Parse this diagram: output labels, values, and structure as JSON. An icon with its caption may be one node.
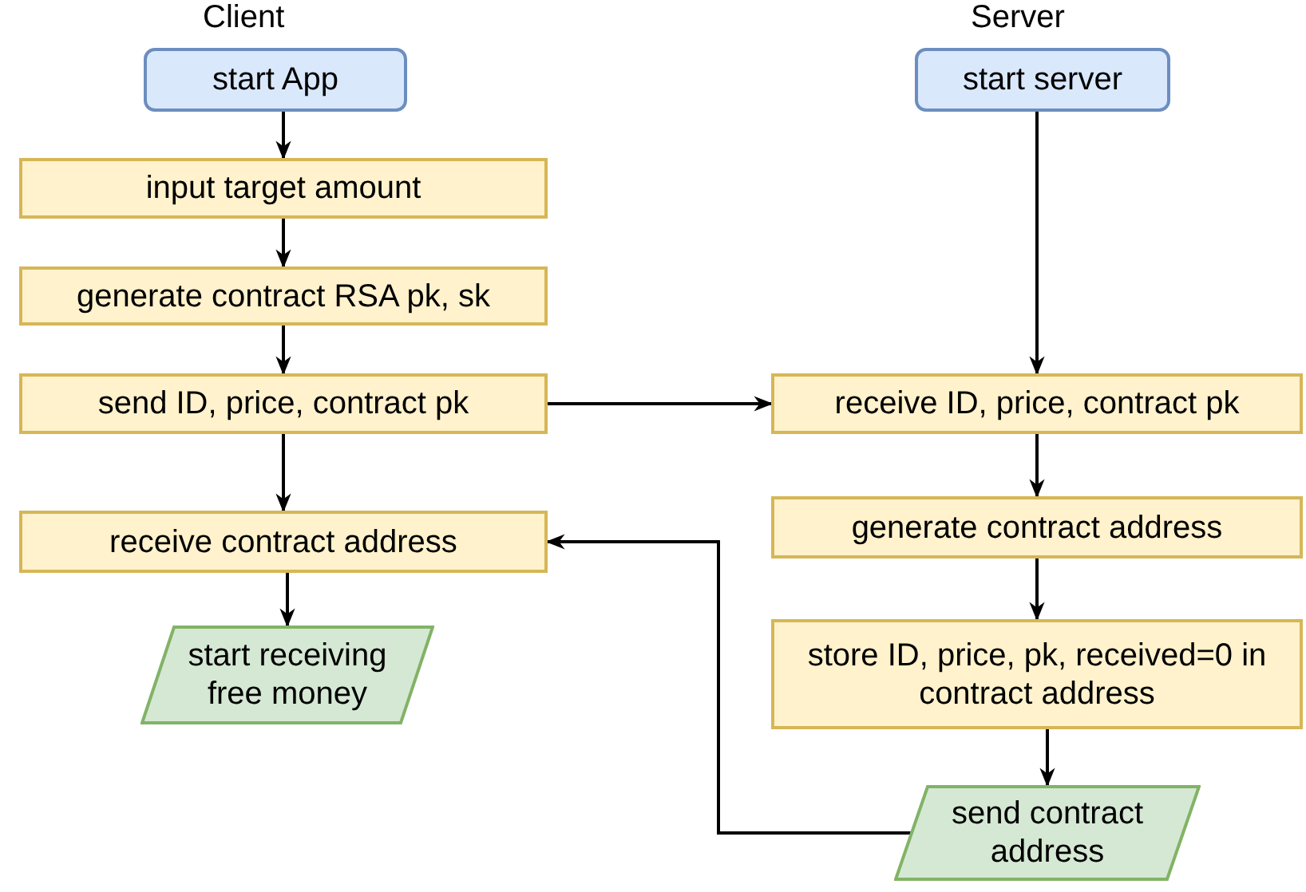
{
  "diagram": {
    "nodes": [
      {
        "text": [
          "start App"
        ]
      },
      {
        "text": [
          "input target amount"
        ]
      },
      {
        "text": [
          "generate contract RSA pk, sk"
        ]
      },
      {
        "text": [
          "send ID, price, contract pk"
        ]
      },
      {
        "text": [
          "receive contract address"
        ]
      },
      {
        "text": [
          "start receiving free money"
        ]
      },
      {
        "text": [
          "start server"
        ]
      },
      {
        "text": [
          "receive ID, price, contract pk"
        ]
      },
      {
        "text": [
          "generate contract address"
        ]
      },
      {
        "text": [
          "store ID, price, pk, received=0 in contract address"
        ]
      },
      {
        "text": [
          "send contract address"
        ]
      }
    ],
    "edges": [
      {
        "from": 0,
        "to": 1,
        "arrow": "to"
      },
      {
        "from": 1,
        "to": 2,
        "arrow": "to"
      },
      {
        "from": 2,
        "to": 3,
        "arrow": "to"
      },
      {
        "from": 3,
        "to": 4,
        "arrow": "to"
      },
      {
        "from": 4,
        "to": 5,
        "arrow": "to"
      },
      {
        "from": 3,
        "to": 7,
        "arrow": "to"
      },
      {
        "from": 6,
        "to": 7,
        "arrow": "to"
      },
      {
        "from": 7,
        "to": 8,
        "arrow": "to"
      },
      {
        "from": 8,
        "to": 9,
        "arrow": "to"
      },
      {
        "from": 9,
        "to": 10,
        "arrow": "to"
      },
      {
        "from": 10,
        "to": 4,
        "arrow": "to"
      }
    ],
    "labels": [
      "Client",
      "Server"
    ]
  }
}
